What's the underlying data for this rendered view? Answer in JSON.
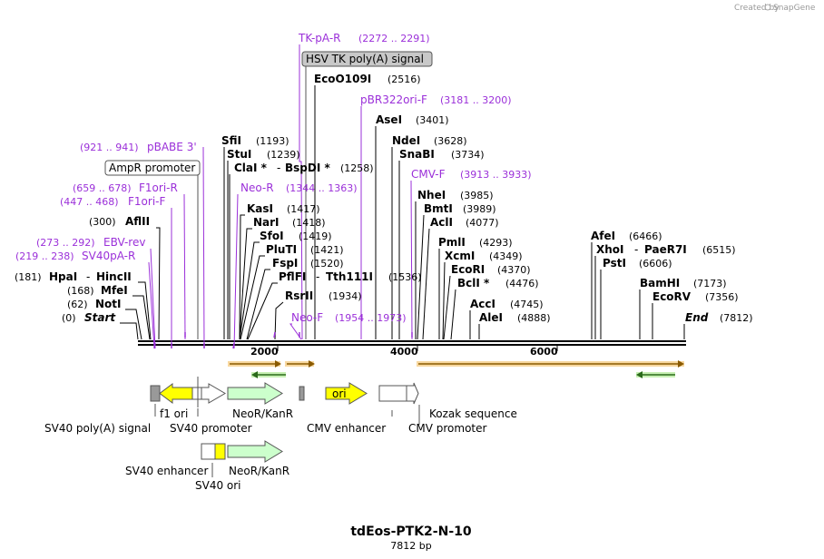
{
  "title": "tdEos-PTK2-N-10",
  "subtitle": "7812 bp",
  "branding": {
    "created_by": "Created by",
    "product": "SnapGene"
  },
  "scale_ticks": [
    "2000",
    "4000",
    "6000"
  ],
  "enzymes": [
    {
      "name": "Start",
      "pos": "(0)"
    },
    {
      "name": "NotI",
      "pos": "(62)"
    },
    {
      "name": "MfeI",
      "pos": "(168)"
    },
    {
      "name": "HpaI",
      "name2": "HincII",
      "pos": "(181)"
    },
    {
      "name": "AflII",
      "pos": "(300)"
    },
    {
      "name": "SfiI",
      "pos": "(1193)"
    },
    {
      "name": "StuI",
      "pos": "(1239)"
    },
    {
      "name": "ClaI *",
      "name2": "BspDI *",
      "pos": "(1258)"
    },
    {
      "name": "KasI",
      "pos": "(1417)"
    },
    {
      "name": "NarI",
      "pos": "(1418)"
    },
    {
      "name": "SfoI",
      "pos": "(1419)"
    },
    {
      "name": "PluTI",
      "pos": "(1421)"
    },
    {
      "name": "FspI",
      "pos": "(1520)"
    },
    {
      "name": "PflFI",
      "name2": "Tth111I",
      "pos": "(1536)"
    },
    {
      "name": "RsrII",
      "pos": "(1934)"
    },
    {
      "name": "EcoO109I",
      "pos": "(2516)"
    },
    {
      "name": "AseI",
      "pos": "(3401)"
    },
    {
      "name": "NdeI",
      "pos": "(3628)"
    },
    {
      "name": "SnaBI",
      "pos": "(3734)"
    },
    {
      "name": "NheI",
      "pos": "(3985)"
    },
    {
      "name": "BmtI",
      "pos": "(3989)"
    },
    {
      "name": "AclI",
      "pos": "(4077)"
    },
    {
      "name": "PmlI",
      "pos": "(4293)"
    },
    {
      "name": "XcmI",
      "pos": "(4349)"
    },
    {
      "name": "EcoRI",
      "pos": "(4370)"
    },
    {
      "name": "BclI *",
      "pos": "(4476)"
    },
    {
      "name": "AccI",
      "pos": "(4745)"
    },
    {
      "name": "AleI",
      "pos": "(4888)"
    },
    {
      "name": "AfeI",
      "pos": "(6466)"
    },
    {
      "name": "XhoI",
      "name2": "PaeR7I",
      "pos": "(6515)"
    },
    {
      "name": "PstI",
      "pos": "(6606)"
    },
    {
      "name": "BamHI",
      "pos": "(7173)"
    },
    {
      "name": "EcoRV",
      "pos": "(7356)"
    },
    {
      "name": "End",
      "pos": "(7812)"
    }
  ],
  "primers": [
    {
      "name": "TK-pA-R",
      "range": "(2272 .. 2291)"
    },
    {
      "name": "pBR322ori-F",
      "range": "(3181 .. 3200)"
    },
    {
      "name": "pBABE 3'",
      "range": "(921 .. 941)"
    },
    {
      "name": "CMV-F",
      "range": "(3913 .. 3933)"
    },
    {
      "name": "F1ori-R",
      "range": "(659 .. 678)"
    },
    {
      "name": "Neo-R",
      "range": "(1344 .. 1363)"
    },
    {
      "name": "F1ori-F",
      "range": "(447 .. 468)"
    },
    {
      "name": "EBV-rev",
      "range": "(273 .. 292)"
    },
    {
      "name": "SV40pA-R",
      "range": "(219 .. 238)"
    },
    {
      "name": "Neo-F",
      "range": "(1954 .. 1973)"
    }
  ],
  "boxed_features": [
    {
      "label": "AmpR promoter"
    },
    {
      "label": "HSV TK poly(A) signal"
    }
  ],
  "features": [
    {
      "label": "f1 ori"
    },
    {
      "label": "SV40 poly(A) signal"
    },
    {
      "label": "SV40 promoter"
    },
    {
      "label": "NeoR/KanR"
    },
    {
      "label": "ori"
    },
    {
      "label": "CMV enhancer"
    },
    {
      "label": "CMV promoter"
    },
    {
      "label": "Kozak sequence"
    },
    {
      "label": "SV40 enhancer"
    },
    {
      "label": "NeoR/KanR"
    },
    {
      "label": "SV40 ori"
    }
  ],
  "colors": {
    "primer": "#9b30d9",
    "feature_green": "#ccffcc",
    "feature_yellow": "#ffff00",
    "feature_gray": "#999999",
    "orf_orange": "#f0a830",
    "orf_green": "#3c8c28",
    "backbone": "#000000"
  }
}
